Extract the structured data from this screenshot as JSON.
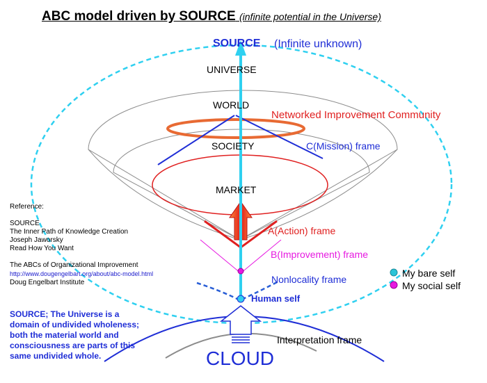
{
  "title": {
    "main": "ABC model driven by SOURCE",
    "subtitle": "(infinite potential in the Universe)"
  },
  "labels": {
    "source": "SOURCE",
    "source_note": "(Infinite  unknown)",
    "universe": "UNIVERSE",
    "world": "WORLD",
    "society": "SOCIETY",
    "market": "MARKET",
    "nic": "Networked Improvement Community",
    "c_frame": "C(Mission) frame",
    "a_frame": "A(Action) frame",
    "b_frame": "B(Improvement) frame",
    "nonlocality": "Nonlocality frame",
    "human_self": "Human self",
    "interpretation": "Interpretation frame",
    "cloud": "CLOUD"
  },
  "reference": {
    "heading": "Reference:",
    "lines": [
      "SOURCE",
      "The Inner Path of Knowledge Creation",
      "Joseph Jaworsky",
      "Read How You Want"
    ],
    "abc_lines": [
      "The ABCs of Organizational Improvement",
      "http://www.dougengelbart.org/about/abc-model.html",
      "Doug Engelbart Institute"
    ]
  },
  "source_description": "SOURCE; The Universe is a domain of undivided wholeness; both the material world and consciousness are parts of this same undivided whole.",
  "legend": [
    {
      "label": "My bare self",
      "color": "#29c4d8"
    },
    {
      "label": "My social self",
      "color": "#e619e0"
    }
  ],
  "colors": {
    "blue": "#1f2ed6",
    "red": "#e02020",
    "orange": "#e86a33",
    "magenta": "#e619e0",
    "cyan": "#29c4d8",
    "gray": "#8c8c8c"
  }
}
